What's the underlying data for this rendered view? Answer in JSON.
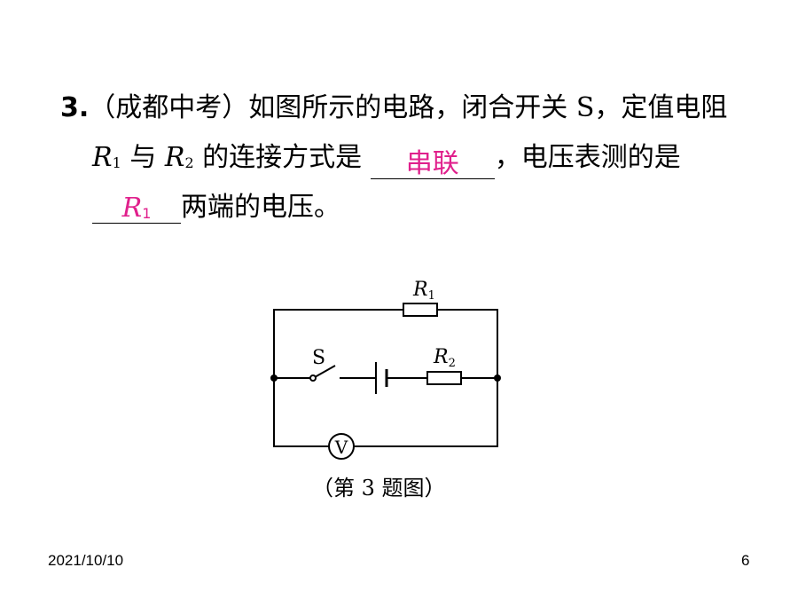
{
  "question": {
    "number": "3.",
    "line1_source": "（成都中考）",
    "line1_text": "如图所示的电路，闭合开关 S，定值电阻",
    "r1_symbol": "R",
    "r1_sub": "1",
    "and": " 与 ",
    "r2_symbol": "R",
    "r2_sub": "2",
    "line2_text": " 的连接方式是 ",
    "answer1": "串联",
    "line2_tail": "，电压表测的是",
    "answer2_symbol": "R",
    "answer2_sub": "1",
    "line3_text": "两端的电压。"
  },
  "figure": {
    "r1_label": "R",
    "r1_sub": "1",
    "r2_label": "R",
    "r2_sub": "2",
    "switch_label": "S",
    "voltmeter_label": "V",
    "caption": "（第 3 题图）"
  },
  "footer": {
    "date": "2021/10/10",
    "page": "6"
  },
  "colors": {
    "answer": "#e0208c"
  }
}
